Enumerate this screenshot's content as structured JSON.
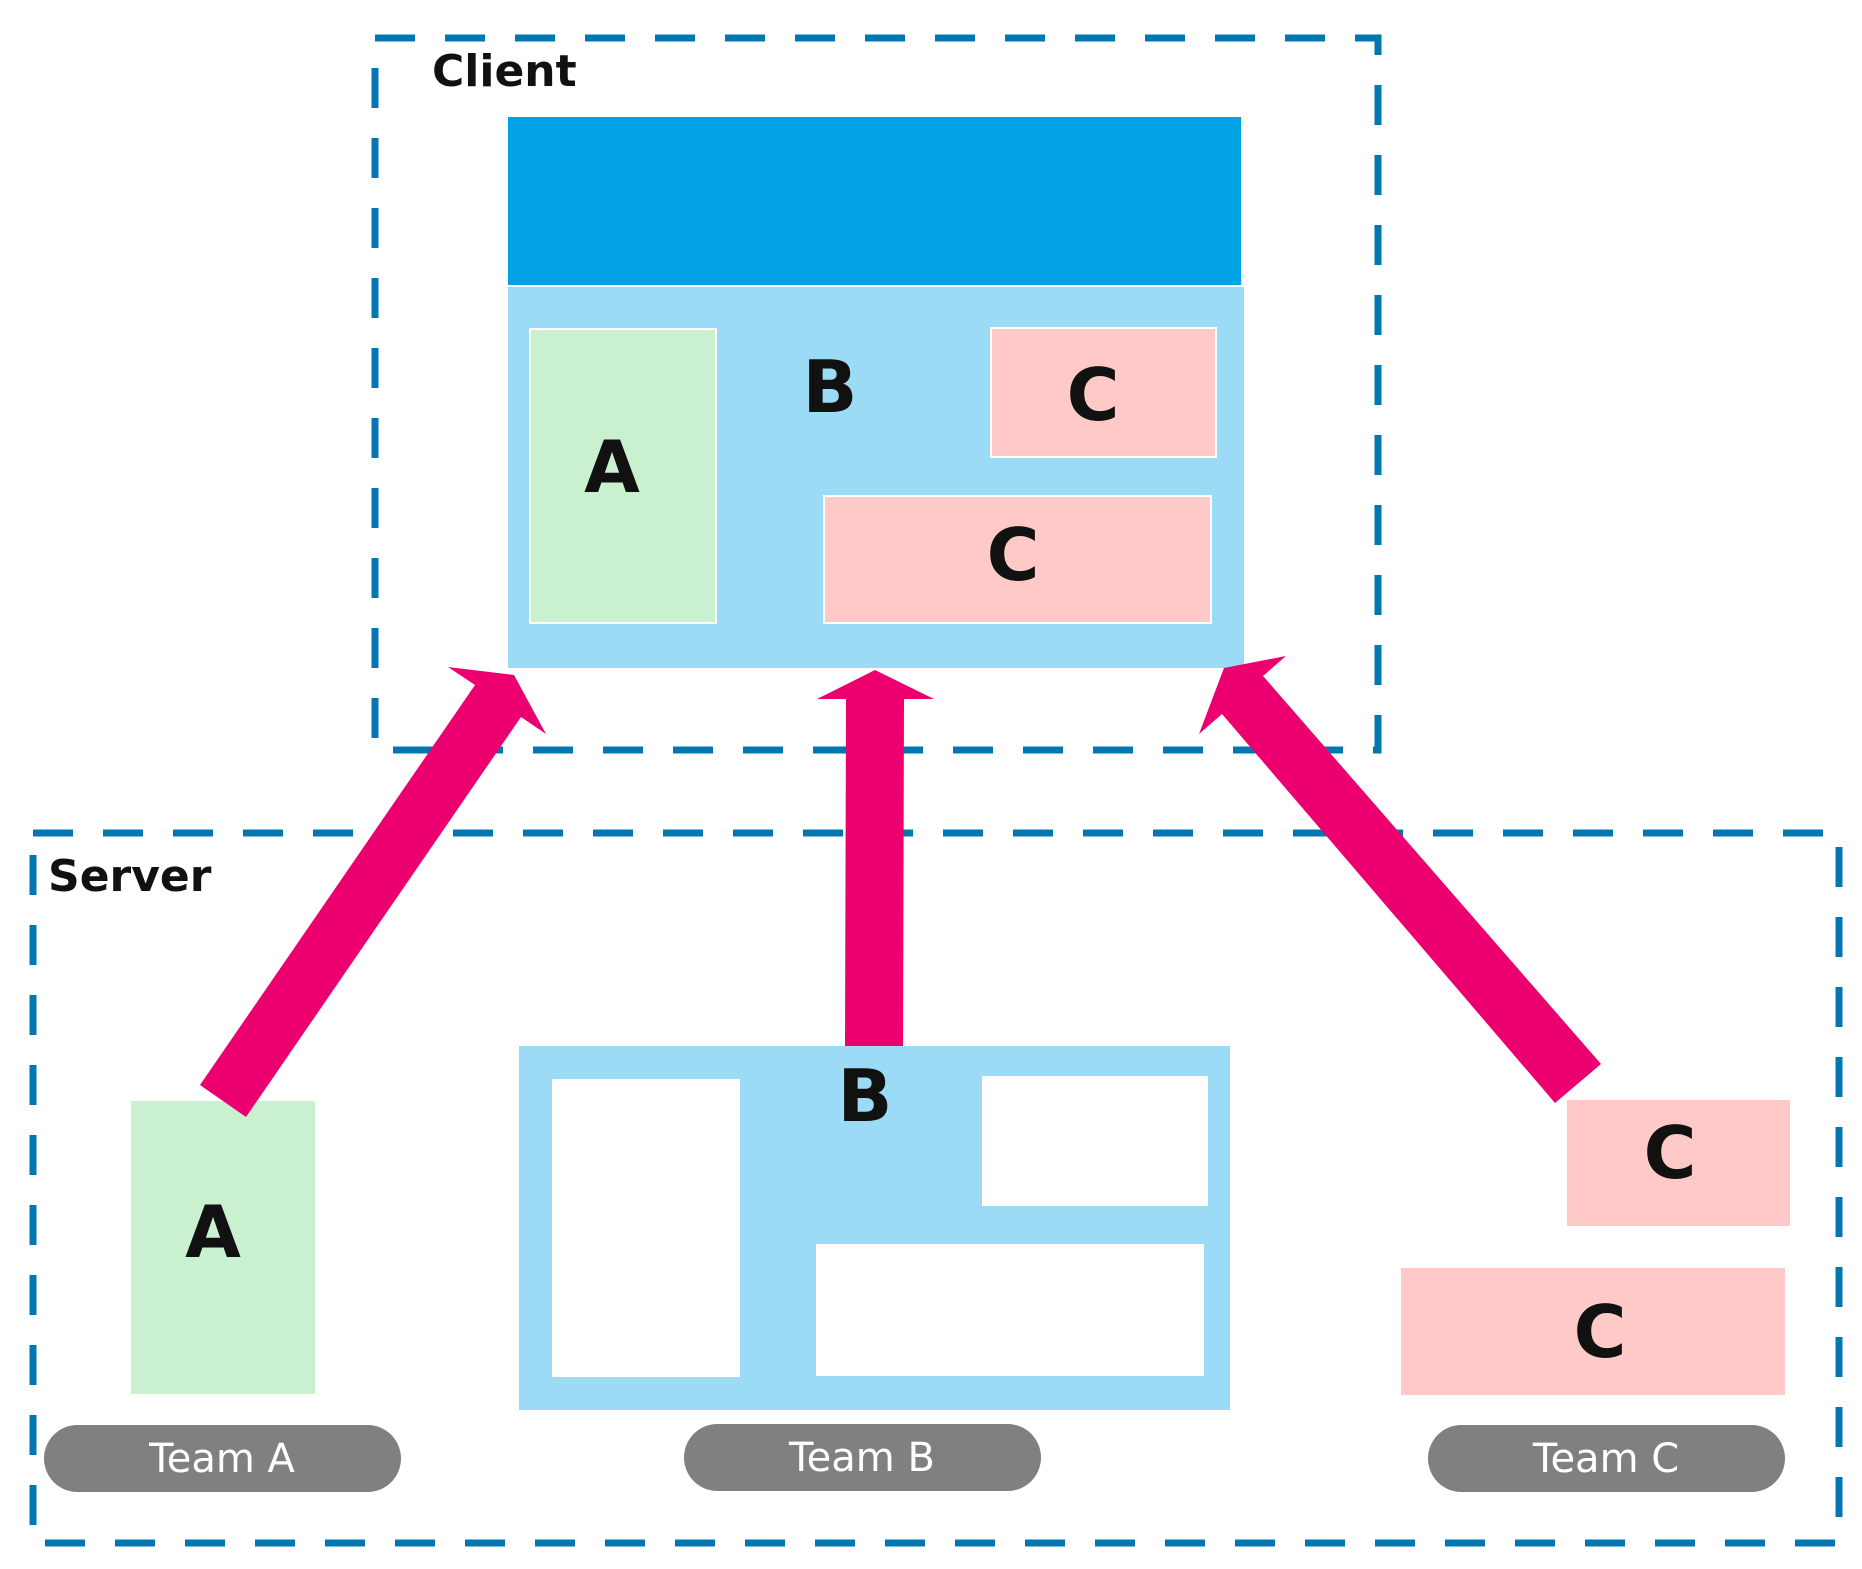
{
  "zones": {
    "client_label": "Client",
    "server_label": "Server"
  },
  "client": {
    "fragment_a": "A",
    "fragment_b": "B",
    "fragment_c_top": "C",
    "fragment_c_bottom": "C"
  },
  "server": {
    "team_a_fragment": "A",
    "team_b_fragment": "B",
    "team_c_fragment_top": "C",
    "team_c_fragment_bottom": "C"
  },
  "teams": {
    "team_a": "Team A",
    "team_b": "Team B",
    "team_c": "Team C"
  },
  "colors": {
    "dash_border": "#0077b0",
    "header_bar": "#00a2e6",
    "container_b": "#9bdbf6",
    "fragment_a": "#c9f0cf",
    "fragment_c": "#fec9c6",
    "arrow": "#ec006f",
    "team_pill": "#808080"
  }
}
